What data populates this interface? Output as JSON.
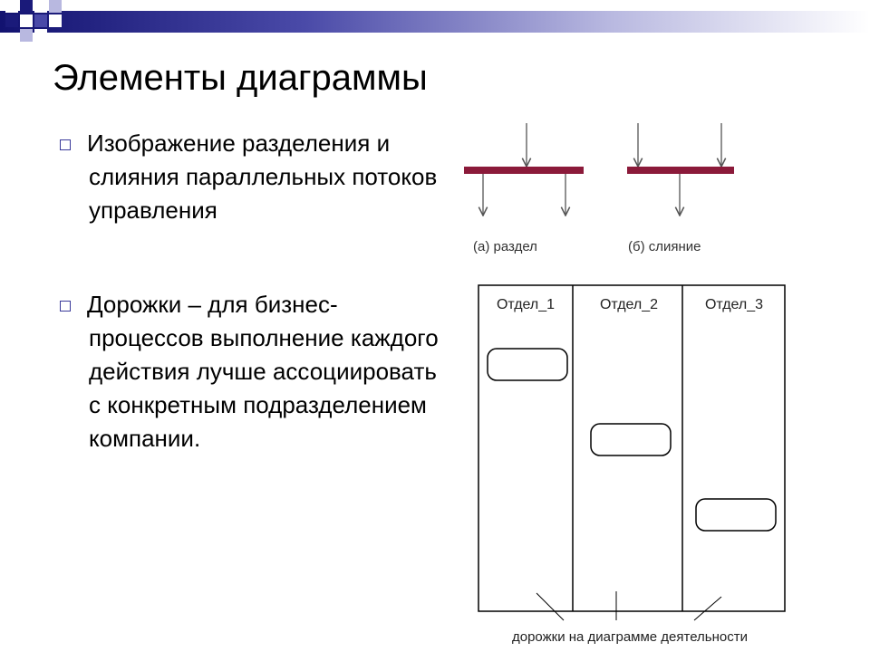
{
  "slide": {
    "title": "Элементы диаграммы",
    "bullets": [
      "Изображение разделения и слияния параллельных потоков управления",
      "Дорожки – для бизнес-процессов выполнение каждого действия лучше ассоциировать с конкретным подразделением компании."
    ]
  },
  "fork_join_figure": {
    "fork_label": "(а) раздел",
    "join_label": "(б) слияние"
  },
  "swimlanes_figure": {
    "lanes": [
      "Отдел_1",
      "Отдел_2",
      "Отдел_3"
    ],
    "caption": "дорожки на диаграмме деятельности"
  },
  "colors": {
    "header_navy": "#1a1a7a",
    "bar_color": "#8b1a3a",
    "bullet_marker": "#3a3a9a"
  }
}
